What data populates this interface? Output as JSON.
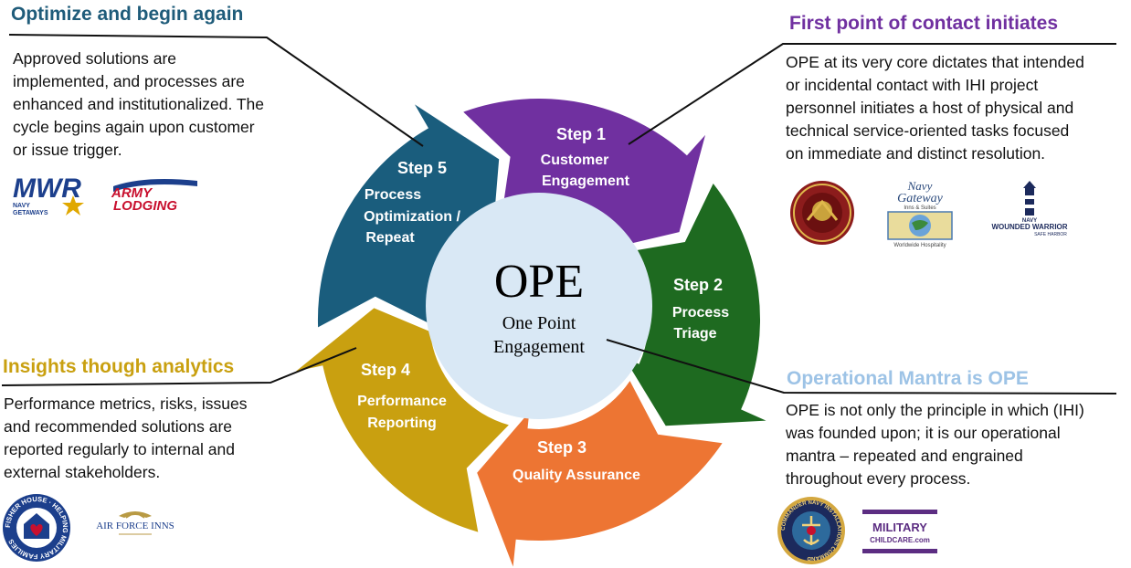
{
  "diagram": {
    "center": {
      "title": "OPE",
      "subtitle_line1": "One Point",
      "subtitle_line2": "Engagement"
    },
    "steps": [
      {
        "label": "Step 1",
        "text": [
          "Customer",
          "Engagement"
        ],
        "color": "#7030a0"
      },
      {
        "label": "Step 2",
        "text": [
          "Process",
          "Triage"
        ],
        "color": "#1e6a20"
      },
      {
        "label": "Step 3",
        "text": [
          "Quality Assurance"
        ],
        "color": "#ed7533"
      },
      {
        "label": "Step 4",
        "text": [
          "Performance",
          "Reporting"
        ],
        "color": "#c9a010"
      },
      {
        "label": "Step 5",
        "text": [
          "Process",
          "Optimization /",
          "Repeat"
        ],
        "color": "#1a5d7d"
      }
    ],
    "center_color": "#d9e8f5"
  },
  "callouts": {
    "top_left": {
      "heading": "Optimize and begin again",
      "heading_color": "#1f5c7a",
      "lines": [
        "Approved solutions are",
        "implemented, and processes are",
        "enhanced and institutionalized. The",
        "cycle begins again upon customer",
        "or issue trigger."
      ]
    },
    "top_right": {
      "heading": "First point of contact initiates",
      "heading_color": "#7030a0",
      "lines": [
        "OPE at its very core dictates that intended",
        "or incidental contact with IHI project",
        "personnel initiates a host of physical and",
        "technical service-oriented tasks focused",
        "on immediate and distinct resolution."
      ]
    },
    "bottom_left": {
      "heading": "Insights though analytics",
      "heading_color": "#c9a010",
      "lines": [
        "Performance metrics, risks, issues",
        "and recommended solutions are",
        "reported regularly to internal and",
        "external stakeholders."
      ]
    },
    "bottom_right": {
      "heading": "Operational Mantra is OPE",
      "heading_color": "#9dc3e6",
      "lines": [
        "OPE is not only the principle in which (IHI)",
        "was founded upon; it is our operational",
        "mantra – repeated and engrained",
        "throughout every process."
      ]
    }
  },
  "logos": {
    "mwr": {
      "main": "MWR",
      "sub1": "NAVY",
      "sub2": "GETAWAYS"
    },
    "army_lodging": {
      "line1": "ARMY",
      "line2": "LODGING"
    },
    "navy_gateway": {
      "line1": "Navy",
      "line2": "Gateway",
      "line3": "Inns & Suites",
      "line4": "Worldwide Hospitality"
    },
    "wounded_warrior": {
      "line1": "NAVY",
      "line2": "WOUNDED WARRIOR",
      "line3": "SAFE HARBOR"
    },
    "fisher_house": {
      "ring": "FISHER HOUSE · HELPING MILITARY FAMILIES"
    },
    "air_force_inns": {
      "line1": "AIR FORCE INNS"
    },
    "military_childcare": {
      "line1": "MILITARY",
      "line2": "CHILDCARE.com"
    },
    "cni": {
      "ring": "COMMANDER NAVY INSTALLATIONS COMMAND"
    }
  }
}
